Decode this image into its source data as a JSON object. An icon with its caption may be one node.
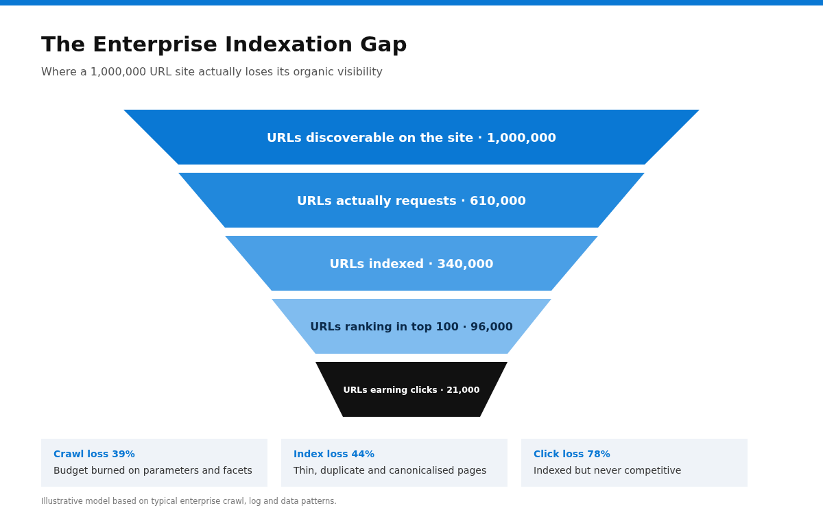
{
  "diagram": {
    "title": "The Enterprise Indexation Gap",
    "nodes": [
      {
        "text": [
          "URLs discoverable on the site · 1,000,000"
        ]
      },
      {
        "text": [
          "URLs actually requests · 610,000"
        ]
      },
      {
        "text": [
          "URLs indexed · 340,000"
        ]
      },
      {
        "text": [
          "URLs ranking in top 100 · 96,000"
        ]
      },
      {
        "text": [
          "URLs earning clicks · 21,000"
        ]
      },
      {
        "text": [
          "Crawl loss 39%",
          "Budget burned on parameters and facets"
        ]
      },
      {
        "text": [
          "Index loss 44%",
          "Thin, duplicate and canonicalised pages"
        ]
      },
      {
        "text": [
          "Click loss 78%",
          "Indexed but never competitive"
        ]
      }
    ],
    "edges": [],
    "labels": [
      "Where a 1,000,000 URL site actually loses its organic visibility",
      "Illustrative model based on typical enterprise crawl, log and data patterns."
    ]
  }
}
